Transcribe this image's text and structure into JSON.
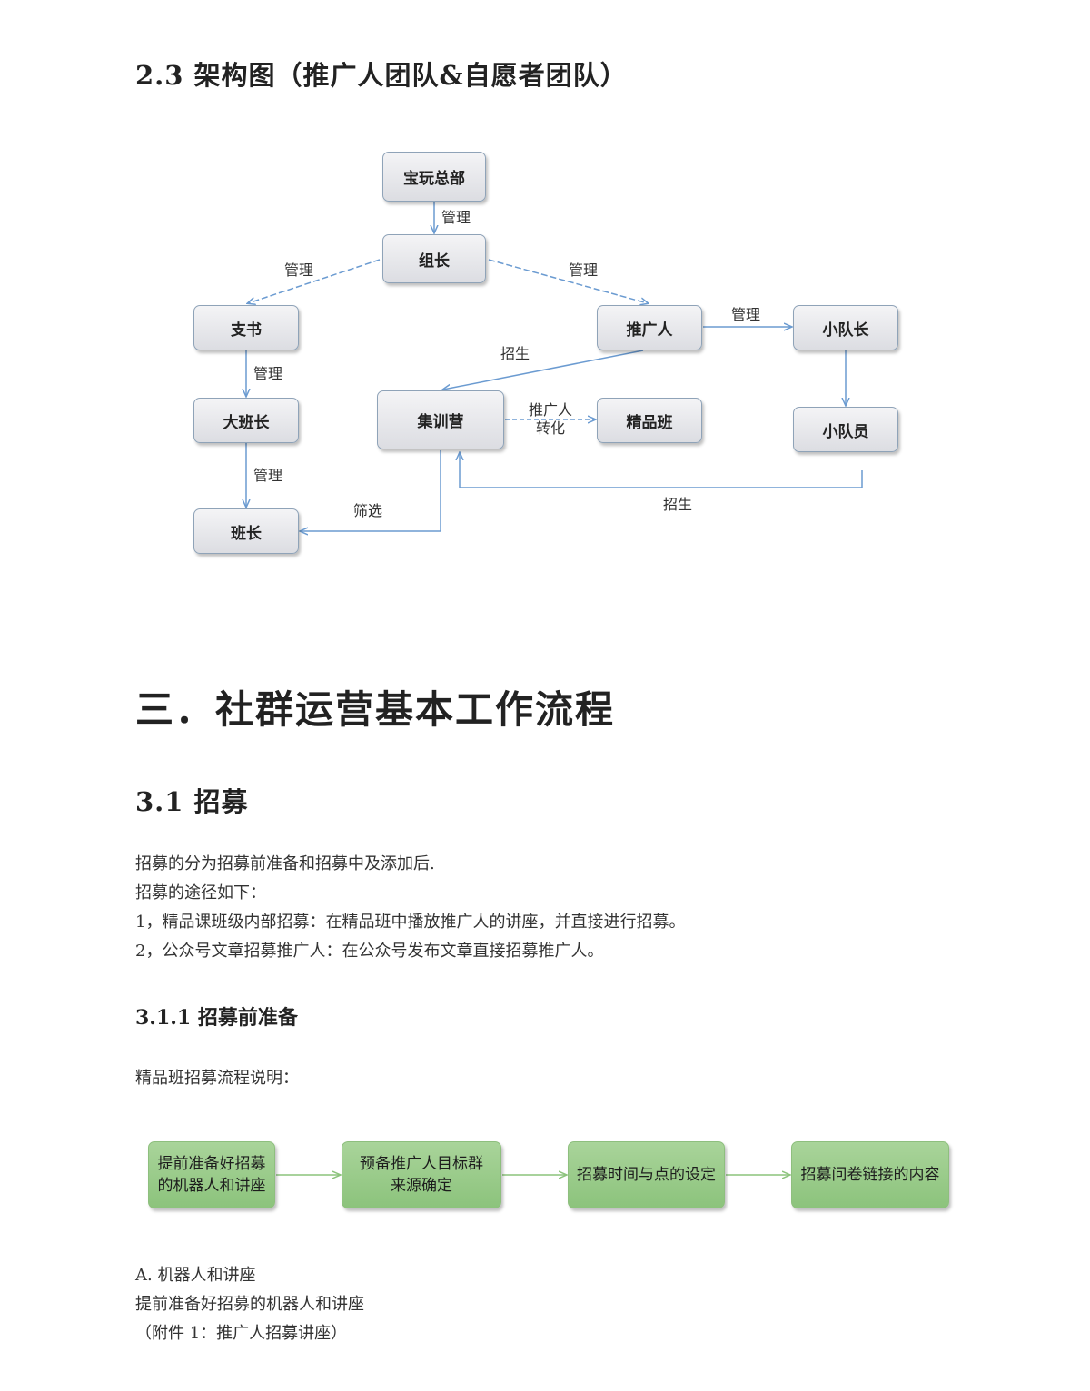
{
  "section_2_3": {
    "title": "2.3 架构图（推广人团队&自愿者团队）"
  },
  "org_chart": {
    "nodes": {
      "hq": "宝玩总部",
      "leader": "组长",
      "zhishu": "支书",
      "tuiguang": "推广人",
      "xiaoduizhang": "小队长",
      "dabanzhang": "大班长",
      "jixunying": "集训营",
      "jingpinban": "精品班",
      "xiaoduiyuan": "小队员",
      "banzhang": "班长"
    },
    "edges": {
      "hq_leader": "管理",
      "leader_zhishu": "管理",
      "leader_tuiguang": "管理",
      "tuiguang_xiaoduizhang": "管理",
      "tuiguang_jixunying": "招生",
      "jixunying_jingpinban_1": "推广人",
      "jixunying_jingpinban_2": "转化",
      "zhishu_dabanzhang": "管理",
      "dabanzhang_banzhang": "管理",
      "jixunying_banzhang": "筛选",
      "xiaoduiyuan_jixunying": "招生"
    },
    "colors": {
      "edge": "#6b9bd1",
      "node_border": "#8fa3b8"
    }
  },
  "chapter_3": {
    "title": "三．社群运营基本工作流程"
  },
  "section_3_1": {
    "title": "3.1 招募",
    "paragraphs": [
      "招募的分为招募前准备和招募中及添加后.",
      "招募的途径如下：",
      "1，精品课班级内部招募：在精品班中播放推广人的讲座，并直接进行招募。",
      "2，公众号文章招募推广人：在公众号发布文章直接招募推广人。"
    ]
  },
  "section_3_1_1": {
    "title": "3.1.1 招募前准备",
    "intro": "精品班招募流程说明："
  },
  "process_flow": {
    "steps": [
      {
        "line1": "提前准备好招募",
        "line2": "的机器人和讲座"
      },
      {
        "line1": "预备推广人目标群",
        "line2": "来源确定"
      },
      {
        "line1": "招募时间与点的设定",
        "line2": ""
      },
      {
        "line1": "招募问卷链接的内容",
        "line2": ""
      }
    ],
    "colors": {
      "fill": "#9ccc8c",
      "arrow": "#8cc37c"
    }
  },
  "section_A": {
    "heading": "A. 机器人和讲座",
    "line1": "提前准备好招募的机器人和讲座",
    "line2": "（附件 1：推广人招募讲座）"
  }
}
